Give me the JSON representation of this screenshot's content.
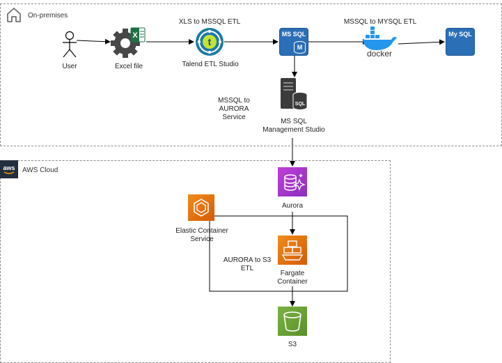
{
  "groups": {
    "onprem": {
      "label": "On-premises",
      "icon": "home-icon"
    },
    "aws": {
      "label": "AWS Cloud",
      "icon": "aws-icon"
    }
  },
  "nodes": {
    "user": {
      "label": "User",
      "icon": "user-icon"
    },
    "excel": {
      "label": "Excel file",
      "icon": "excel-gear-icon"
    },
    "talend": {
      "label": "Talend ETL Studio",
      "icon": "talend-icon"
    },
    "mssql": {
      "label": "MS SQL",
      "sublabel": "M",
      "icon": "mssql-icon"
    },
    "docker": {
      "label": "docker",
      "icon": "docker-icon"
    },
    "mysql": {
      "label": "My SQL",
      "icon": "mysql-icon"
    },
    "ssms": {
      "label_line1": "MS SQL",
      "label_line2": "Management Studio",
      "badge": "SQL",
      "icon": "sql-server-icon"
    },
    "aurora": {
      "label": "Aurora",
      "icon": "aurora-icon"
    },
    "ecs": {
      "label": "Elastic Container Service",
      "icon": "ecs-icon"
    },
    "fargate": {
      "label": "Fargate Container",
      "icon": "fargate-icon"
    },
    "s3": {
      "label": "S3",
      "icon": "s3-bucket-icon"
    }
  },
  "edge_labels": {
    "xls_to_mssql": "XLS to MSSQL ETL",
    "mssql_to_mysql": "MSSQL to MYSQL ETL",
    "mssql_to_aurora": "MSSQL to AURORA Service",
    "aurora_to_s3": "AURORA to S3 ETL"
  },
  "colors": {
    "mssql_blue": "#2b6fb7",
    "aws_purple": "#c13fd6",
    "aws_orange": "#e8730c",
    "aws_green": "#6ea437",
    "docker_blue": "#2496ed",
    "talend_teal": "#1d7aa4",
    "excel_green": "#1e7145"
  }
}
